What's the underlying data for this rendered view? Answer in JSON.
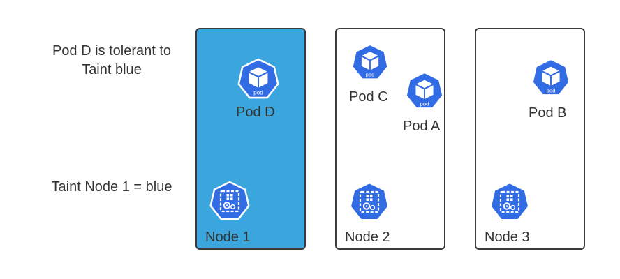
{
  "annotations": {
    "tolerance_line1": "Pod D is tolerant to",
    "tolerance_line2": "Taint blue",
    "taint": "Taint Node 1 = blue"
  },
  "nodes": [
    {
      "label": "Node 1",
      "tainted": true
    },
    {
      "label": "Node 2",
      "tainted": false
    },
    {
      "label": "Node 3",
      "tainted": false
    }
  ],
  "pods": [
    {
      "label": "Pod D",
      "badge": "pod",
      "node": "Node 1"
    },
    {
      "label": "Pod C",
      "badge": "pod",
      "node": "Node 2"
    },
    {
      "label": "Pod A",
      "badge": "pod",
      "node": "Node 2"
    },
    {
      "label": "Pod B",
      "badge": "pod",
      "node": "Node 3"
    }
  ],
  "colors": {
    "taint_fill": "#3aa6dd",
    "k8s_blue": "#326ce5",
    "border": "#3a3a3a",
    "text": "#333333"
  },
  "icons": {
    "pod": "kubernetes-pod-icon",
    "node": "kubernetes-node-icon"
  }
}
